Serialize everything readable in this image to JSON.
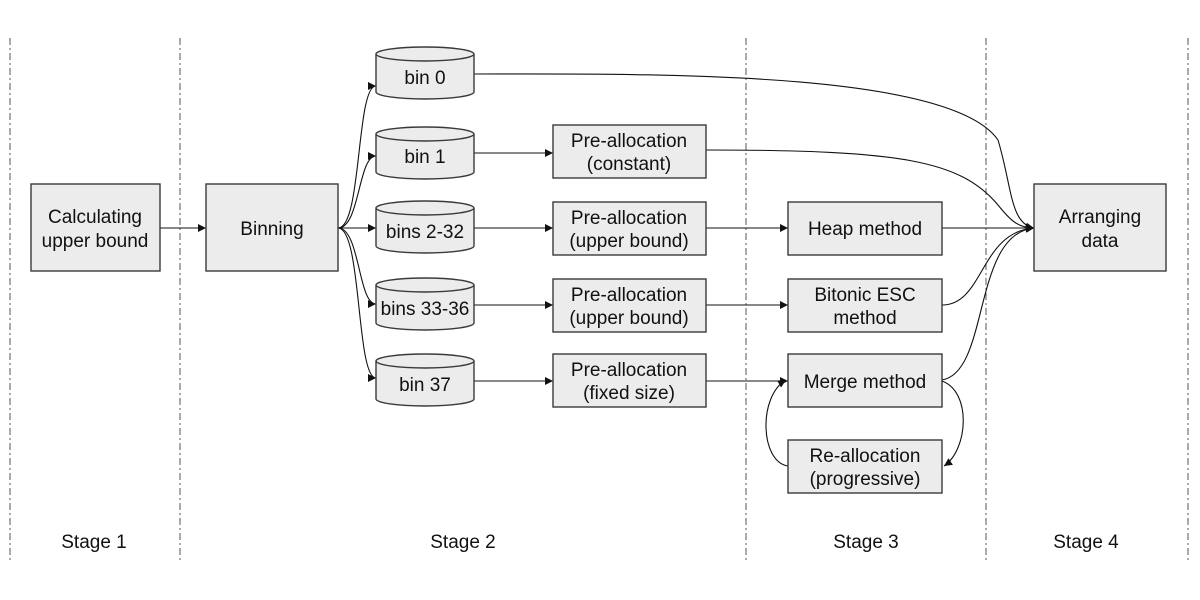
{
  "stages": [
    "Stage 1",
    "Stage 2",
    "Stage 3",
    "Stage 4"
  ],
  "nodes": {
    "calc": [
      "Calculating",
      "upper bound"
    ],
    "binning": [
      "Binning"
    ],
    "bin0": [
      "bin 0"
    ],
    "bin1": [
      "bin 1"
    ],
    "bins2_32": [
      "bins 2-32"
    ],
    "bins33_36": [
      "bins 33-36"
    ],
    "bin37": [
      "bin 37"
    ],
    "prealloc_const": [
      "Pre-allocation",
      "(constant)"
    ],
    "prealloc_ub1": [
      "Pre-allocation",
      "(upper bound)"
    ],
    "prealloc_ub2": [
      "Pre-allocation",
      "(upper bound)"
    ],
    "prealloc_fixed": [
      "Pre-allocation",
      "(fixed size)"
    ],
    "heap": [
      "Heap method"
    ],
    "bitonic": [
      "Bitonic ESC",
      "method"
    ],
    "merge": [
      "Merge method"
    ],
    "realloc": [
      "Re-allocation",
      "(progressive)"
    ],
    "arrange": [
      "Arranging",
      "data"
    ]
  }
}
